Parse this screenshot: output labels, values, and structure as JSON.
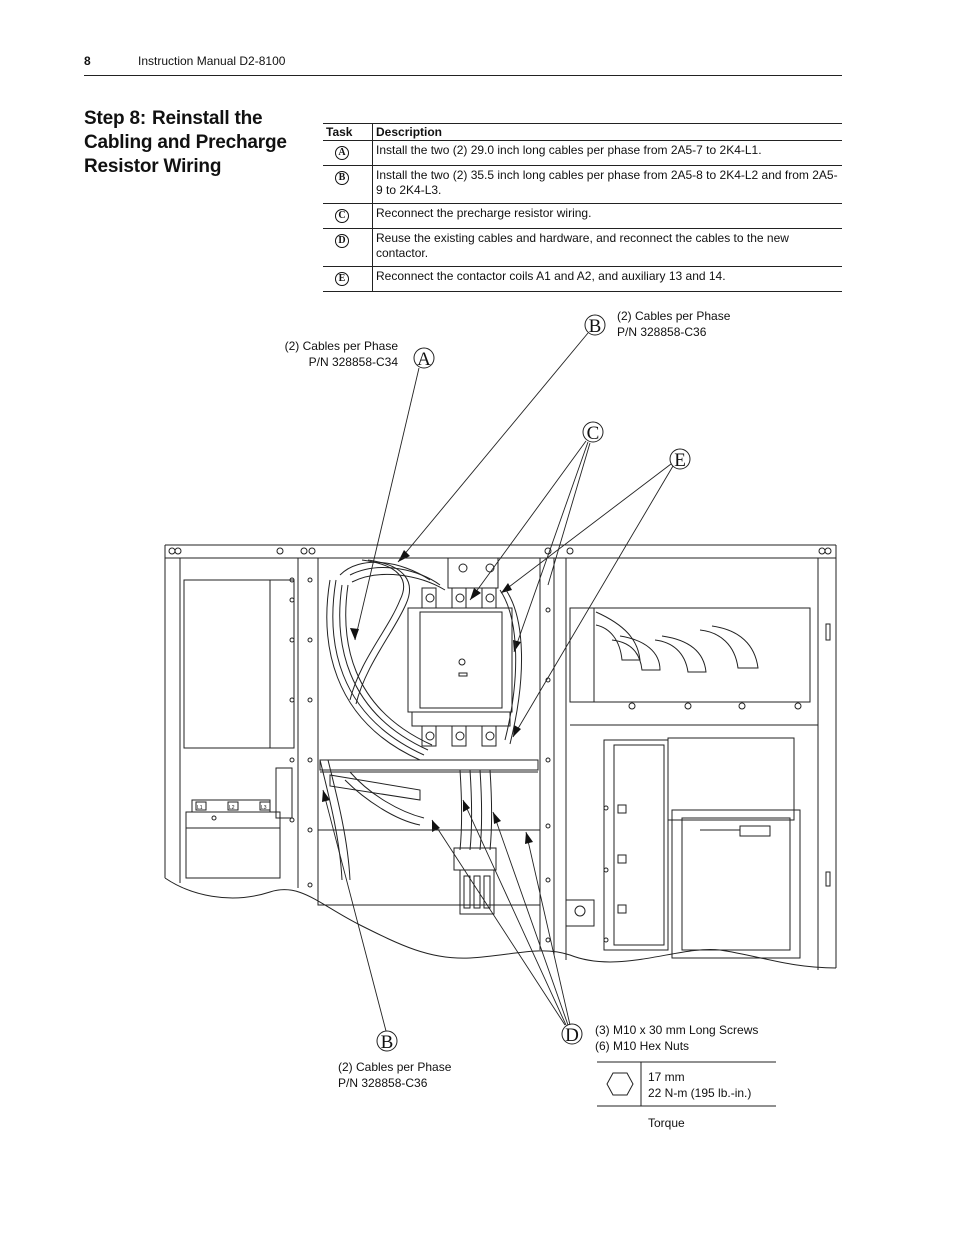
{
  "header": {
    "page_number": "8",
    "doc_title": "Instruction Manual D2-8100"
  },
  "step": {
    "label": "Step 8:",
    "title_line1": "Reinstall the",
    "title_line2": "Cabling and Precharge",
    "title_line3": "Resistor Wiring"
  },
  "table": {
    "headers": [
      "Task",
      "Description"
    ],
    "rows": [
      {
        "task": "A",
        "description": "Install the two (2) 29.0 inch long cables per phase from 2A5-7 to 2K4-L1."
      },
      {
        "task": "B",
        "description": "Install the two (2) 35.5 inch long cables per phase from 2A5-8 to 2K4-L2 and from 2A5-9 to 2K4-L3."
      },
      {
        "task": "C",
        "description": "Reconnect the precharge resistor wiring."
      },
      {
        "task": "D",
        "description": "Reuse the existing cables and hardware, and reconnect the cables to the new contactor."
      },
      {
        "task": "E",
        "description": "Reconnect the contactor coils A1 and A2, and auxiliary 13 and 14."
      }
    ]
  },
  "figure": {
    "callout_A_line1": "(2) Cables per Phase",
    "callout_A_line2": "P/N 328858-C34",
    "callout_B_top_line1": "(2) Cables per Phase",
    "callout_B_top_line2": "P/N 328858-C36",
    "callout_B_bottom_line1": "(2) Cables per Phase",
    "callout_B_bottom_line2": "P/N 328858-C36",
    "callout_D_line1": "(3) M10 x 30 mm Long Screws",
    "callout_D_line2": "(6) M10 Hex Nuts",
    "torque_size": "17 mm",
    "torque_value": "22 N-m (195 lb.-in.)",
    "torque_label": "Torque",
    "letter_A": "A",
    "letter_B_top": "B",
    "letter_B_bottom": "B",
    "letter_C": "C",
    "letter_D": "D",
    "letter_E": "E",
    "terminal_labels": [
      "L1",
      "L2",
      "L3"
    ]
  }
}
